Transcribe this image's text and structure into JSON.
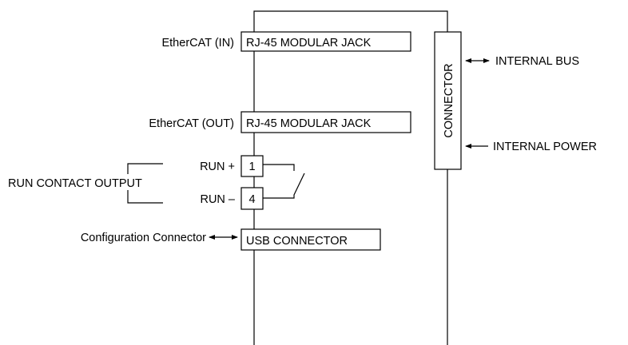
{
  "diagram": {
    "left_labels": {
      "ethercat_in": "EtherCAT (IN)",
      "ethercat_out": "EtherCAT (OUT)",
      "run_plus": "RUN +",
      "run_minus": "RUN –",
      "run_contact_output": "RUN CONTACT OUTPUT",
      "configuration_connector": "Configuration Connector"
    },
    "boxes": {
      "rj45_in": "RJ-45 MODULAR JACK",
      "rj45_out": "RJ-45 MODULAR JACK",
      "terminal_1": "1",
      "terminal_4": "4",
      "usb_connector": "USB CONNECTOR",
      "connector": "CONNECTOR"
    },
    "right_labels": {
      "internal_bus": "INTERNAL BUS",
      "internal_power": "INTERNAL POWER"
    }
  }
}
